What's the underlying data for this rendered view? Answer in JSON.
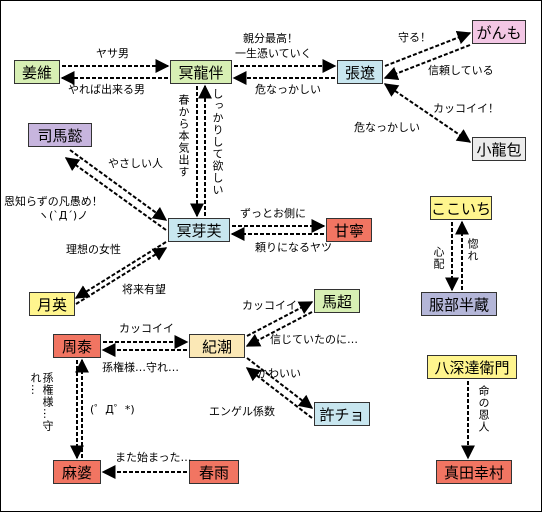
{
  "colors": {
    "green": "#d7efb4",
    "blue": "#c8e6ef",
    "pink": "#f3c7e5",
    "grey": "#ececec",
    "purple": "#c7b5de",
    "red": "#f17562",
    "cream": "#fbe8b6",
    "yellow": "#fff58e",
    "lavender": "#b4b6d8",
    "line": "#000000"
  },
  "nodes": {
    "kyoui": "姜維",
    "meiryuhan": "冥龍伴",
    "chouryou": "張遼",
    "ganmo": "がんも",
    "shouryuuhou": "小龍包",
    "shibai": "司馬懿",
    "meigafu": "冥芽芙",
    "kannei": "甘寧",
    "getsuei": "月英",
    "kokoichi": "ここいち",
    "hattori": "服部半蔵",
    "bachou": "馬超",
    "shuutai": "周泰",
    "kishio": "紀潮",
    "hachibuka": "八深達衛門",
    "kyocho": "許チョ",
    "mahou": "麻婆",
    "shunu": "春雨",
    "sanada": "真田幸村"
  },
  "labels": {
    "yasaotoko": "ヤサ男",
    "yarebadekiru": "やれば出来る男",
    "oyabun": "親分最高！",
    "isshou": "一生憑いていく",
    "abunakkashii1": "危なっかしい",
    "mamoru": "守る！",
    "shinrai": "信頼している",
    "kakkoii1": "カッコイイ！",
    "abunakkashii2": "危なっかしい",
    "harukara": "春から本気出す",
    "shikkari": "しっかりして欲しい",
    "yasashii": "やさしい人",
    "onshirazu": "恩知らずの凡愚め！",
    "kaomoji1": "ヽ(`Д´)ノ",
    "risou": "理想の女性",
    "shouraiyuubou": "将来有望",
    "zutto": "ずっとお側に",
    "tayori": "頼りになるヤツ",
    "shinpai": "心配",
    "hore": "惚れ",
    "kakkoii2": "カッコイイ",
    "kakkoii3": "カッコイイ",
    "songen": "孫権様…守れ…",
    "shinjiteita": "信じていたのに…",
    "kawaii": "かわいい",
    "angel": "エンゲル係数",
    "songen2": "孫権様…守れ…",
    "kaomoji2": "(゜Д゜*)",
    "mata": "また始まった…",
    "inochi": "命の恩人"
  }
}
